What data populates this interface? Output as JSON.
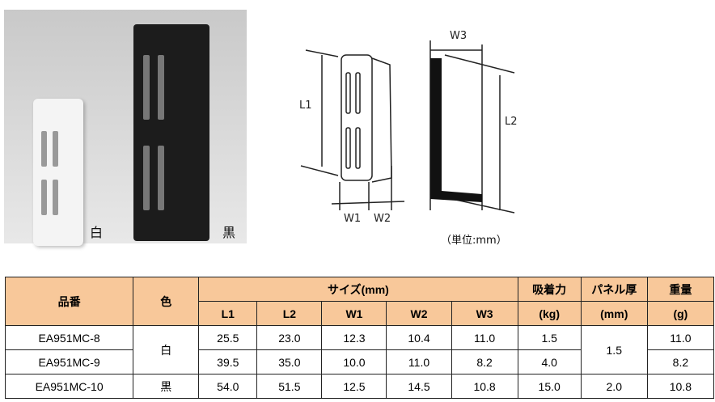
{
  "photo": {
    "labels": {
      "white": "白",
      "black": "黒"
    }
  },
  "diagram": {
    "labels": {
      "l1": "L1",
      "l2": "L2",
      "w1": "W1",
      "w2": "W2",
      "w3": "W3"
    },
    "unit": "（単位:mm）"
  },
  "table": {
    "headers": {
      "part_no": "品番",
      "color": "色",
      "size": "サイズ(mm)",
      "force": "吸着力",
      "force_unit": "(kg)",
      "panel": "パネル厚",
      "panel_unit": "(mm)",
      "weight": "重量",
      "weight_unit": "(g)",
      "l1": "L1",
      "l2": "L2",
      "w1": "W1",
      "w2": "W2",
      "w3": "W3"
    },
    "rows": [
      {
        "part_no": "EA951MC-8",
        "color": "白",
        "l1": "25.5",
        "l2": "23.0",
        "w1": "12.3",
        "w2": "10.4",
        "w3": "11.0",
        "force": "1.5",
        "panel": "1.5",
        "weight": "11.0"
      },
      {
        "part_no": "EA951MC-9",
        "l1": "39.5",
        "l2": "35.0",
        "w1": "10.0",
        "w2": "11.0",
        "w3": "8.2",
        "force": "4.0",
        "weight": "8.2"
      },
      {
        "part_no": "EA951MC-10",
        "color": "黒",
        "l1": "54.0",
        "l2": "51.5",
        "w1": "12.5",
        "w2": "14.5",
        "w3": "10.8",
        "force": "15.0",
        "panel": "2.0",
        "weight": "10.8"
      }
    ]
  }
}
